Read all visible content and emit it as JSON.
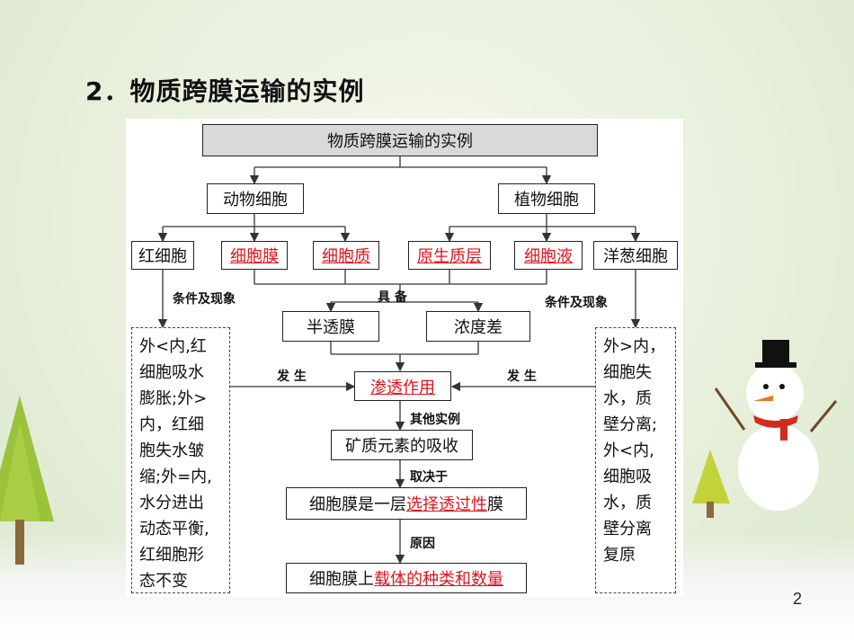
{
  "title": "2．物质跨膜运输的实例",
  "page_number": "2",
  "diagram": {
    "root": "物质跨膜运输的实例",
    "animal": "动物细胞",
    "plant": "植物细胞",
    "rbc": "红细胞",
    "cell_membrane": "细胞膜",
    "cytoplasm": "细胞质",
    "protoplast_layer": "原生质层",
    "cell_sap": "细胞液",
    "onion_cell": "洋葱细胞",
    "conditions_left": "条件及现象",
    "conditions_right": "条件及现象",
    "possess": "具 备",
    "semi_membrane": "半透膜",
    "concentration_diff": "浓度差",
    "occur_left": "发 生",
    "occur_right": "发 生",
    "osmosis": "渗透作用",
    "other_examples": "其他实例",
    "mineral_absorption": "矿质元素的吸收",
    "depends_on": "取决于",
    "selective_prefix": "细胞膜是一层",
    "selective_red": "选择透过性",
    "selective_suffix": "膜",
    "reason": "原因",
    "carrier_prefix": "细胞膜上",
    "carrier_red": "载体的种类和数量",
    "left_note": [
      "外<内,红",
      "细胞吸水",
      "膨胀;外>",
      "内，红细",
      "胞失水皱",
      "缩;外=内,",
      "水分进出",
      "动态平衡,",
      "红细胞形",
      "态不变"
    ],
    "right_note": [
      "外>内，",
      "细胞失",
      "水，质",
      "壁分离;",
      "外<内,",
      "细胞吸",
      "水，质",
      "壁分离",
      "复原"
    ]
  },
  "colors": {
    "accent_red": "#e0141e",
    "root_fill": "#d9d9d9"
  }
}
